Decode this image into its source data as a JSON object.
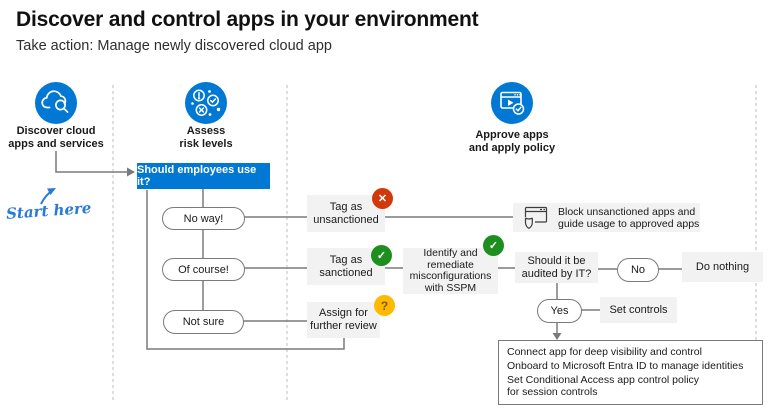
{
  "header": {
    "title": "Discover and control apps in your environment",
    "subtitle": "Take action: Manage newly discovered cloud app"
  },
  "stages": [
    {
      "icon": "cloud-search-icon",
      "label": "Discover cloud\napps and services"
    },
    {
      "icon": "risk-assess-icon",
      "label": "Assess\nrisk levels"
    },
    {
      "icon": "approve-apps-icon",
      "label": "Approve apps\nand apply policy"
    }
  ],
  "annotations": {
    "start_here": "Start here"
  },
  "decision": {
    "question": "Should employees use it?",
    "options": [
      "No way!",
      "Of course!",
      "Not sure"
    ]
  },
  "actions": {
    "tag_unsanctioned": "Tag as\nunsanctioned",
    "tag_sanctioned": "Tag as\nsanctioned",
    "assign_review": "Assign for\nfurther review",
    "sspm": "Identify and\nremediate\nmisconfigurations\nwith SSPM",
    "block": "Block unsanctioned apps and\nguide usage to approved apps",
    "audit_question": "Should it be\naudited by IT?",
    "no_label": "No",
    "yes_label": "Yes",
    "do_nothing": "Do nothing",
    "set_controls": "Set controls"
  },
  "badges": {
    "unsanctioned": "✕",
    "sanctioned": "✓",
    "sspm": "✓",
    "review": "?"
  },
  "final_steps": [
    "Connect app for deep visibility and control",
    "Onboard to Microsoft Entra ID to manage identities",
    "Set Conditional Access app control policy\nfor session controls"
  ],
  "colors": {
    "accent_blue": "#0078D4",
    "badge_red": "#D1390B",
    "badge_green": "#1E8E1E",
    "badge_yellow": "#FFB900",
    "box_gray": "#F2F2F2",
    "line_gray": "#7A7A7A",
    "script_blue": "#2B7BD6"
  }
}
